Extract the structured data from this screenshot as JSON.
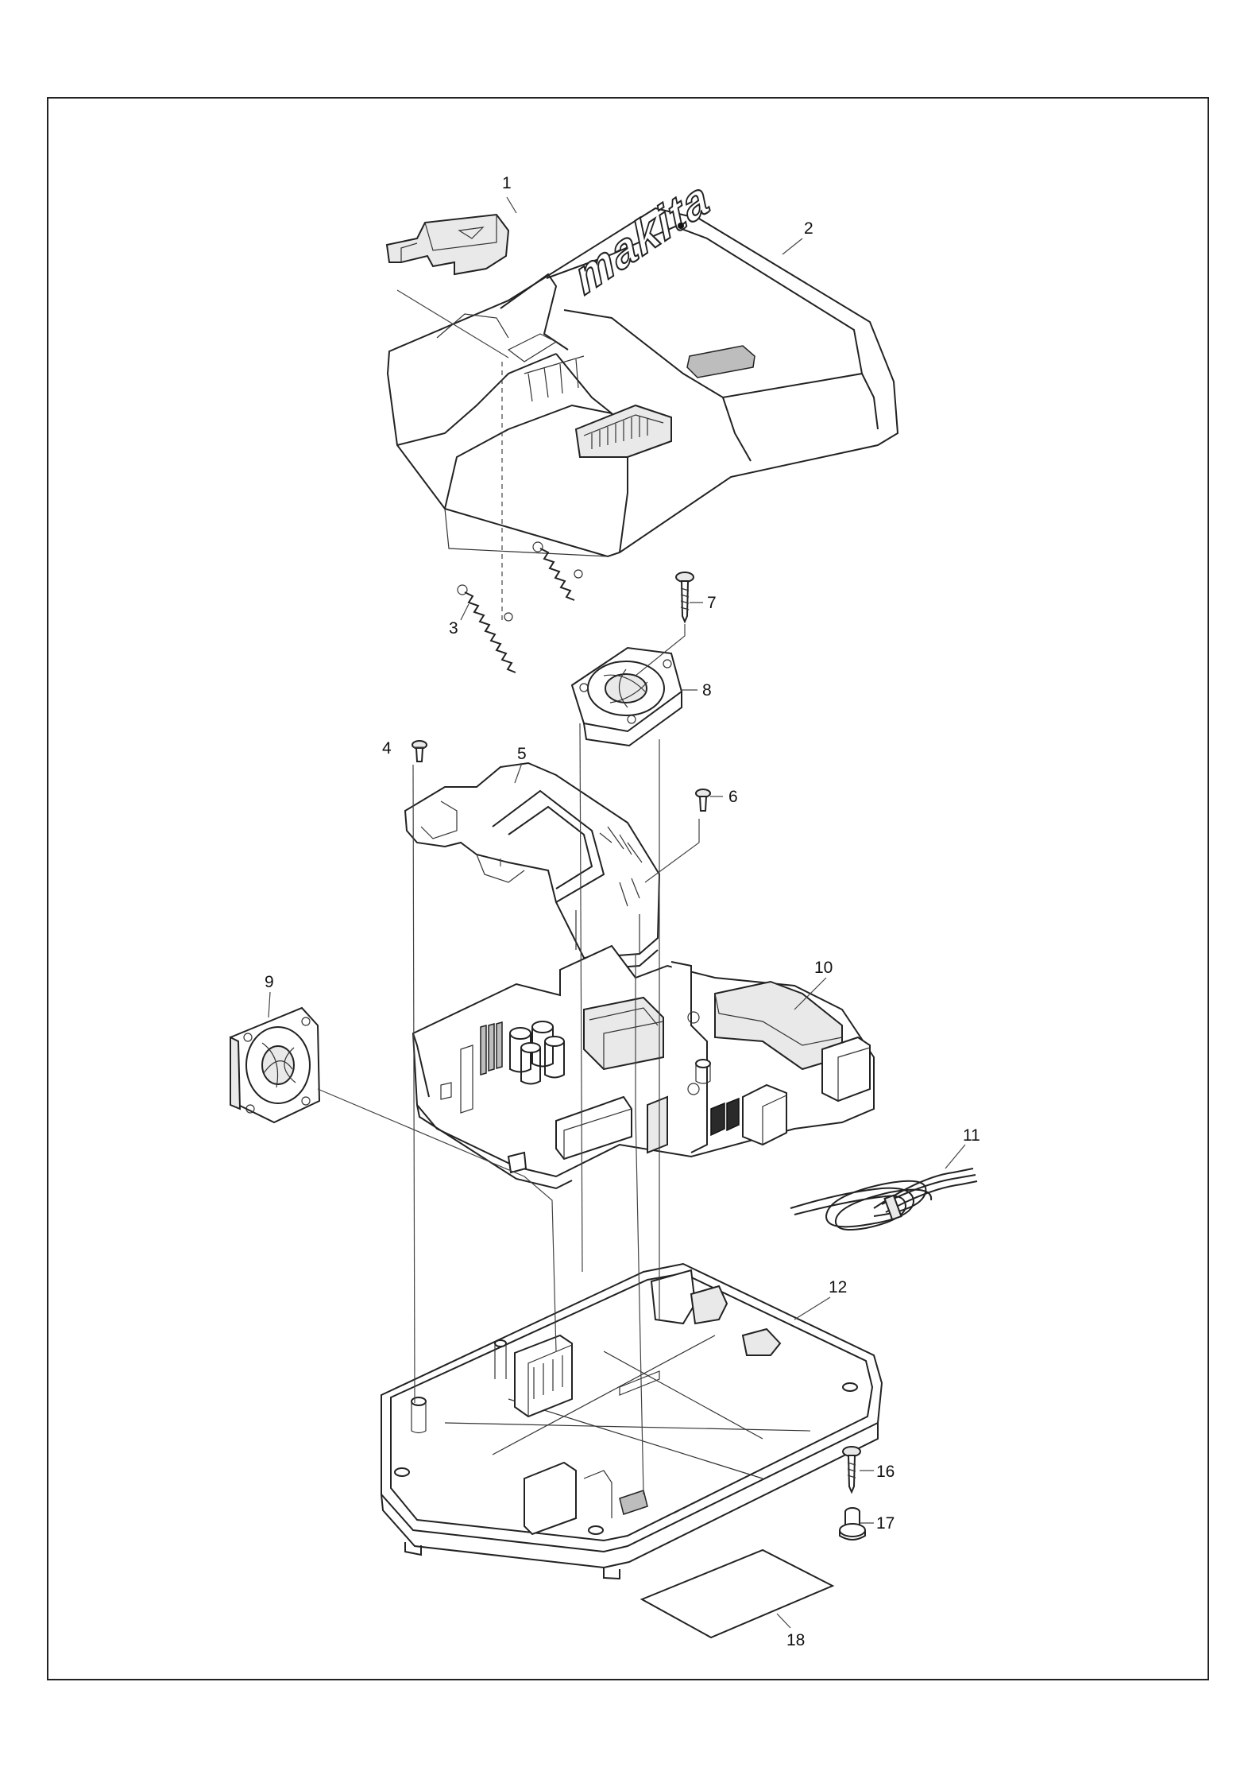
{
  "brand": "makita",
  "parts": [
    {
      "num": "1"
    },
    {
      "num": "2"
    },
    {
      "num": "3"
    },
    {
      "num": "4"
    },
    {
      "num": "5"
    },
    {
      "num": "6"
    },
    {
      "num": "7"
    },
    {
      "num": "8"
    },
    {
      "num": "9"
    },
    {
      "num": "10"
    },
    {
      "num": "11"
    },
    {
      "num": "12"
    },
    {
      "num": "16"
    },
    {
      "num": "17"
    },
    {
      "num": "18"
    }
  ],
  "colors": {
    "line": "#222222",
    "background": "#ffffff"
  }
}
